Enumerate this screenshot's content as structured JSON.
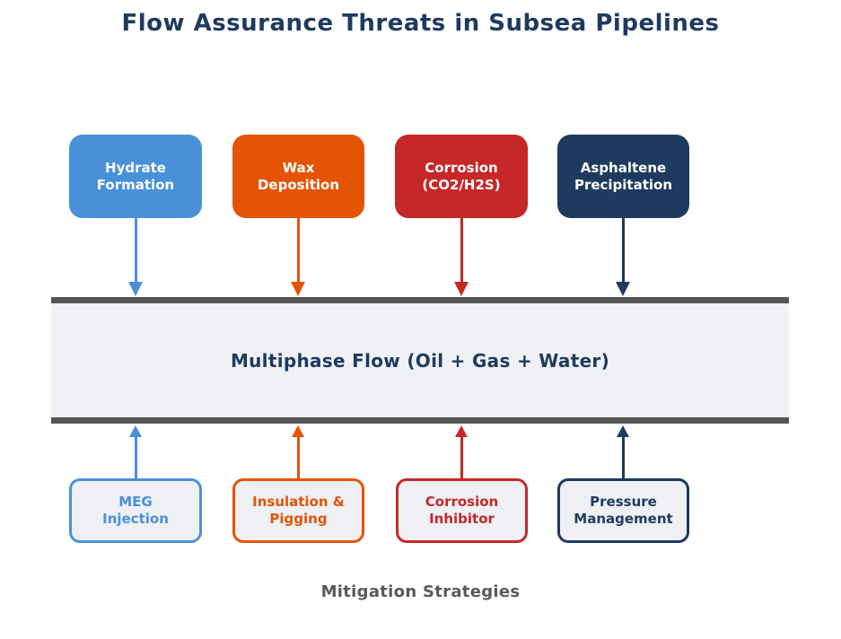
{
  "title": {
    "label": "Flow Assurance Threats in Subsea Pipelines",
    "color": "#1e3a5f"
  },
  "threats": [
    {
      "label": "Hydrate\nFormation",
      "color": "#4a90d9"
    },
    {
      "label": "Wax\nDeposition",
      "color": "#e45404"
    },
    {
      "label": "Corrosion\n(CO2/H2S)",
      "color": "#c62828"
    },
    {
      "label": "Asphaltene\nPrecipitation",
      "color": "#1f3a5f"
    }
  ],
  "pipeline": {
    "label": "Multiphase Flow (Oil + Gas + Water)",
    "fill": "#eff1f4",
    "border_color": "#555555",
    "text_color": "#1e3a5f"
  },
  "mitigations": [
    {
      "label": "MEG\nInjection",
      "color": "#4a90d9"
    },
    {
      "label": "Insulation &\nPigging",
      "color": "#e45404"
    },
    {
      "label": "Corrosion\nInhibitor",
      "color": "#c62828"
    },
    {
      "label": "Pressure\nManagement",
      "color": "#1f3a5f"
    }
  ],
  "mitigation_box_fill": "#eef0f4",
  "caption": {
    "label": "Mitigation Strategies",
    "color": "#595959"
  }
}
